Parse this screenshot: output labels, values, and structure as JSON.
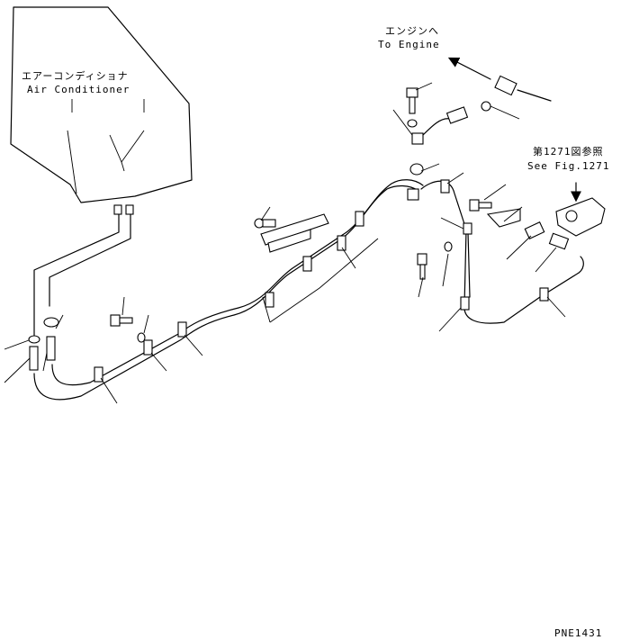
{
  "labels": {
    "ac_jp": "エアーコンディショナ",
    "ac_en": "Air Conditioner",
    "engine_jp": "エンジンへ",
    "engine_en": "To Engine",
    "fig_jp": "第1271図参照",
    "fig_en": "See Fig.1271",
    "drawing_no": "PNE1431"
  }
}
